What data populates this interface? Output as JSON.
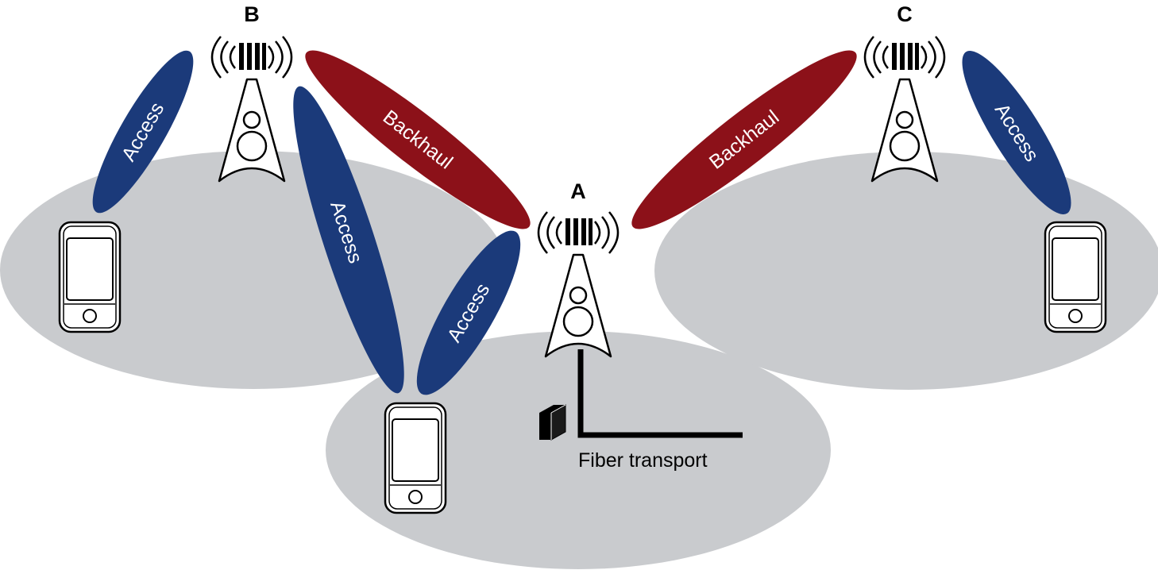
{
  "nodes": {
    "a": {
      "label": "A"
    },
    "b": {
      "label": "B"
    },
    "c": {
      "label": "C"
    }
  },
  "links": {
    "b_access_phone_left": "Access",
    "b_access_phone_center": "Access",
    "a_access_phone_center": "Access",
    "c_access_phone_right": "Access",
    "backhaul_b_a": "Backhaul",
    "backhaul_c_a": "Backhaul"
  },
  "fiber": {
    "label": "Fiber transport"
  },
  "colors": {
    "access": "#1b3a7a",
    "backhaul": "#8c1119",
    "coverage": "#c9cbce"
  },
  "icons": [
    "cell-tower-icon",
    "smartphone-icon",
    "server-box-icon"
  ]
}
